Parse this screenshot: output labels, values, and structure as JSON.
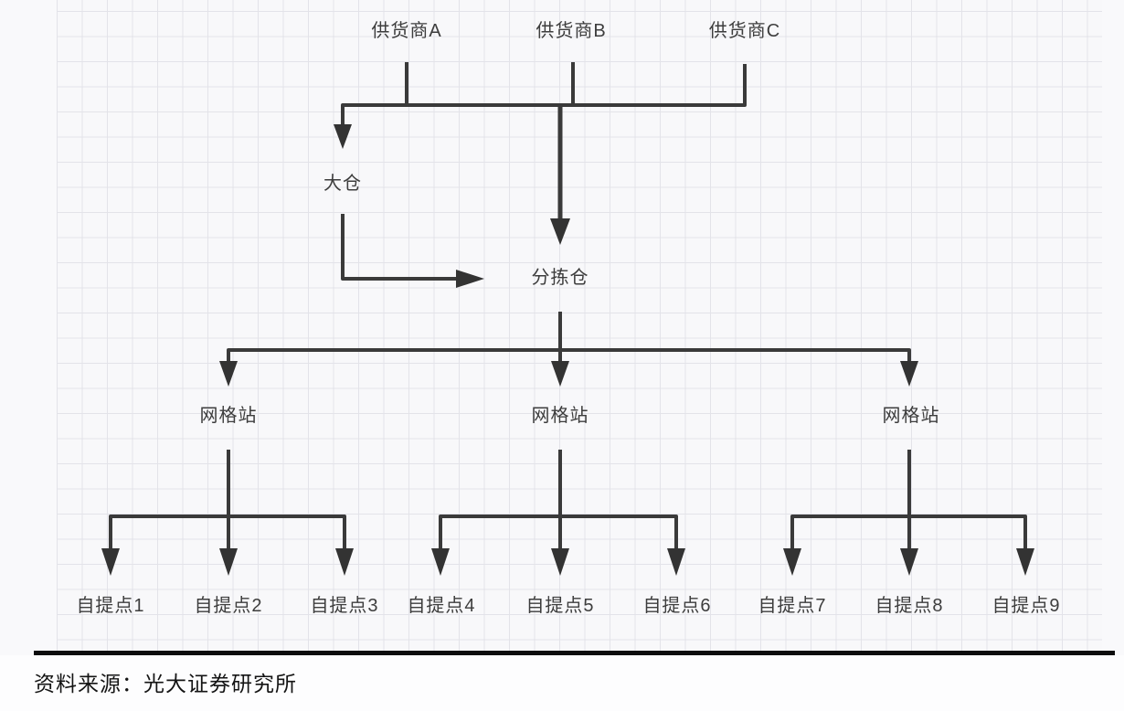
{
  "diagram": {
    "suppliers": [
      {
        "label": "供货商A"
      },
      {
        "label": "供货商B"
      },
      {
        "label": "供货商C"
      }
    ],
    "big_warehouse": {
      "label": "大仓"
    },
    "sorting_warehouse": {
      "label": "分拣仓"
    },
    "grid_stations": [
      {
        "label": "网格站"
      },
      {
        "label": "网格站"
      },
      {
        "label": "网格站"
      }
    ],
    "pickup_points": [
      {
        "label": "自提点1"
      },
      {
        "label": "自提点2"
      },
      {
        "label": "自提点3"
      },
      {
        "label": "自提点4"
      },
      {
        "label": "自提点5"
      },
      {
        "label": "自提点6"
      },
      {
        "label": "自提点7"
      },
      {
        "label": "自提点8"
      },
      {
        "label": "自提点9"
      }
    ]
  },
  "footer": {
    "source": "资料来源：光大证券研究所"
  },
  "colors": {
    "line": "#3a3a3a",
    "arrowhead": "#333333",
    "grid_line": "#e3e3e9",
    "background": "#f9f9fb",
    "rule": "#0d0d0d",
    "text": "#3d3d3d"
  }
}
